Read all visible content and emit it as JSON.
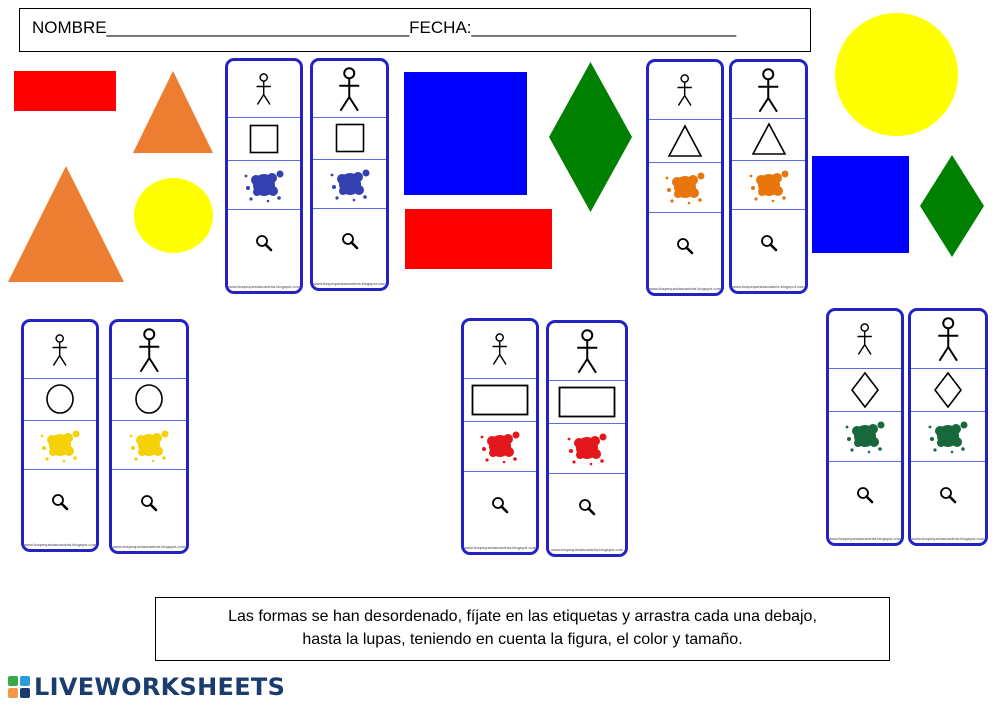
{
  "header": {
    "name_label": "NOMBRE",
    "name_blank": "________________________________",
    "date_label": "FECHA:",
    "date_blank": "____________________________"
  },
  "instructions": {
    "line1": "Las formas se han desordenado, fíjate en las etiquetas y arrastra cada una debajo,",
    "line2": "hasta la lupas, teniendo en cuenta la figura, el color y tamaño."
  },
  "brand": {
    "name": "LIVEWORKSHEETS"
  },
  "card_url": "www.tiospequeslascaderia.blogspot.com",
  "colors": {
    "red": "#ff0000",
    "orange": "#ed7d31",
    "yellow": "#ffff00",
    "blue": "#0000ff",
    "green": "#008000",
    "card_border": "#2323c4"
  },
  "shapes": [
    {
      "id": "red-rect-small",
      "shape": "rectangle",
      "color": "red",
      "size": "small"
    },
    {
      "id": "orange-triangle-small",
      "shape": "triangle",
      "color": "orange",
      "size": "small"
    },
    {
      "id": "orange-triangle-large",
      "shape": "triangle",
      "color": "orange",
      "size": "large"
    },
    {
      "id": "yellow-circle-small",
      "shape": "circle",
      "color": "yellow",
      "size": "small"
    },
    {
      "id": "blue-square-large",
      "shape": "square",
      "color": "blue",
      "size": "large"
    },
    {
      "id": "red-rect-large",
      "shape": "rectangle",
      "color": "red",
      "size": "large"
    },
    {
      "id": "green-diamond-large",
      "shape": "diamond",
      "color": "green",
      "size": "large"
    },
    {
      "id": "yellow-circle-large",
      "shape": "circle",
      "color": "yellow",
      "size": "large"
    },
    {
      "id": "blue-square-small",
      "shape": "square",
      "color": "blue",
      "size": "small"
    },
    {
      "id": "green-diamond-small",
      "shape": "diamond",
      "color": "green",
      "size": "small"
    }
  ],
  "cards": [
    {
      "id": "card-square-blue-small",
      "shape": "square",
      "color": "blue",
      "size": "small",
      "icons": [
        "person-icon",
        "square-outline-icon",
        "paint-splat-icon",
        "magnifier-icon"
      ]
    },
    {
      "id": "card-square-blue-large",
      "shape": "square",
      "color": "blue",
      "size": "large",
      "icons": [
        "person-icon",
        "square-outline-icon",
        "paint-splat-icon",
        "magnifier-icon"
      ]
    },
    {
      "id": "card-triangle-orange-small",
      "shape": "triangle",
      "color": "orange",
      "size": "small",
      "icons": [
        "person-icon",
        "triangle-outline-icon",
        "paint-splat-icon",
        "magnifier-icon"
      ]
    },
    {
      "id": "card-triangle-orange-large",
      "shape": "triangle",
      "color": "orange",
      "size": "large",
      "icons": [
        "person-icon",
        "triangle-outline-icon",
        "paint-splat-icon",
        "magnifier-icon"
      ]
    },
    {
      "id": "card-circle-yellow-small",
      "shape": "circle",
      "color": "yellow",
      "size": "small",
      "icons": [
        "person-icon",
        "circle-outline-icon",
        "paint-splat-icon",
        "magnifier-icon"
      ]
    },
    {
      "id": "card-circle-yellow-large",
      "shape": "circle",
      "color": "yellow",
      "size": "large",
      "icons": [
        "person-icon",
        "circle-outline-icon",
        "paint-splat-icon",
        "magnifier-icon"
      ]
    },
    {
      "id": "card-rect-red-small",
      "shape": "rectangle",
      "color": "red",
      "size": "small",
      "icons": [
        "person-icon",
        "rectangle-outline-icon",
        "paint-splat-icon",
        "magnifier-icon"
      ]
    },
    {
      "id": "card-rect-red-large",
      "shape": "rectangle",
      "color": "red",
      "size": "large",
      "icons": [
        "person-icon",
        "rectangle-outline-icon",
        "paint-splat-icon",
        "magnifier-icon"
      ]
    },
    {
      "id": "card-diamond-green-small",
      "shape": "diamond",
      "color": "green",
      "size": "small",
      "icons": [
        "person-icon",
        "diamond-outline-icon",
        "paint-splat-icon",
        "magnifier-icon"
      ]
    },
    {
      "id": "card-diamond-green-large",
      "shape": "diamond",
      "color": "green",
      "size": "large",
      "icons": [
        "person-icon",
        "diamond-outline-icon",
        "paint-splat-icon",
        "magnifier-icon"
      ]
    }
  ],
  "splat_colors": {
    "blue": "#3340b0",
    "orange": "#e8760c",
    "yellow": "#f5d10a",
    "red": "#e3171c",
    "green": "#17683a"
  }
}
